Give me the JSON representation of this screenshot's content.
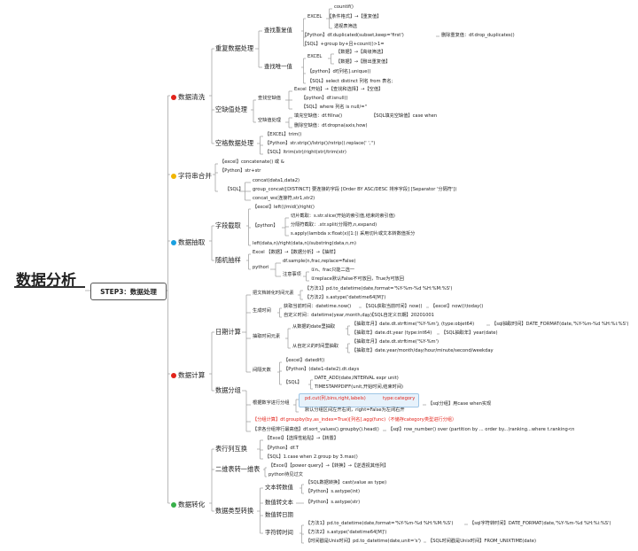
{
  "root": {
    "title": "数据分析",
    "step": "STEP3：数据处理"
  },
  "colors": {
    "line": "#9a9a9a",
    "clean": "#e2231a",
    "merge": "#f0b400",
    "extract": "#1aa0e0",
    "calc": "#e2231a",
    "transform": "#38b04a",
    "highlight": "#e7f2fb"
  },
  "categories": {
    "clean": "数据清洗",
    "merge": "字符串合并",
    "extract": "数据抽取",
    "calc": "数据计算",
    "transform": "数据转化"
  },
  "clean": {
    "dup": "重复数据处理",
    "find_dup": "查找重复值",
    "excel": "EXCEL",
    "countif": "countif()",
    "cond_fmt": "【条件格式】→【重复值】",
    "pivot": "透视表筛选",
    "py_dup": "【Python】df.duplicated(subset,keep='first')",
    "drop_dup": "删除重复值：df.drop_duplicates()",
    "sql_dup": "【SQL】+group by+且+count()>1=",
    "find_uniq": "查找唯一值",
    "excel2": "EXCEL",
    "adv_filter": "【数据】→【高级筛选】",
    "del_dup": "【数据】→【删出重复值】",
    "py_uniq": "【python】df[列名].unique()",
    "sql_uniq": "【SQL】select distinct 列名 from 表名;",
    "null": "空缺值处理",
    "find_null": "查找空缺值",
    "excel_null": "Excel【开始】→【查找和选择】→【空值】",
    "py_null": "【python】df.isnull()",
    "sql_null": "【SQL】where 列名 is null/=''",
    "fill_null": "空缺值处理",
    "fill": "填充空缺值：df.fillna()",
    "sql_case": "【SQL填充空缺值】case when",
    "drop_null": "删除空缺值：df.dropna(axis,how)",
    "space": "空格数据处理",
    "excel_trim": "【EXCEL】trim()",
    "py_strip": "【Python】str.strip()/lstrip()/rstrip().replace(' ','')",
    "sql_trim": "【SQL】ltrim(str)/right(str)/trim(str)"
  },
  "merge": {
    "excel": "【excel】concatenate() 或 &",
    "python": "【Python】str+str",
    "sql": "【SQL】",
    "concat": "concat(data1,data2)",
    "group_concat": "group_concat([DISTINCT] 要连接的字段 [Order BY ASC/DESC 排序字段] [Separator '分隔符'])",
    "concat_ws": "concat_ws(连接符,str1,str2)"
  },
  "extract": {
    "field": "字段截取",
    "excel": "【excel】left()/mid()/right()",
    "python": "【python】",
    "slice": "切片截取：s.str.slice(开始的索引值,结束的索引值)",
    "split": "分隔符截取：.str.split(分隔符,n,expand)",
    "apply": "s.apply(lambda x:float(x)[1:]) 采用切片或文本转数值拆分",
    "sql": "left(data,n)/right(data,n)/substring(data,n,m)",
    "sample": "随机抽样",
    "excel_sample": "Excel 【数据】→【数据分析】→【抽样】",
    "pythori": "pythori",
    "df_sample": "df.sample(n,frac,replace=False)",
    "notes": "注意事项",
    "note1": "①n、frac只能二选一",
    "note2": "②replace默认False不可放回，True为可放回"
  },
  "calc": {
    "date": "日期计算",
    "convert": "把文档转化时间元素",
    "method1": "【方法1】pd.to_datetime(date,format='%Y-%m-%d %H:%M:%S')",
    "method2": "【方法2】s.astype('datetime64[M]')",
    "get_time": "生成时间",
    "now": "获取当前时间：datetime.now()",
    "sql_now": "【SQL获取当前时间】now()",
    "excel_now": "【excel】now()\\today()",
    "custom_time": "自定义时间：datetime(year,month,day)",
    "sql_custom": "【SQL自定义日期】20201001",
    "extract_time": "抽取时间元素",
    "from_date": "从数据的date里抽取",
    "y_m": "【抽取年月】date.dt.strftime('%Y-%m')",
    "type_obj": "(type:objet64)",
    "sql_dt": "【sql抽取时间】DATE_FORMAT(date,'%Y-%m-%d %H:%i:%S')",
    "year": "【抽取年】date.dt.year (type:int64)",
    "sql_year": "【SQL抽取年】year(date)",
    "from_custom": "从自定义的时间里抽取",
    "custom_ym": "【抽取年月】date.dt.strftime('%Y-%m')",
    "custom_year": "【抽取年】date.year/month/day/hour/minute/second/weekday",
    "interval": "间隔天数",
    "excel_datedif": "【excel】datedif()",
    "py_days": "【Python】(date1-date2).dt.days",
    "sql": "【SQL】",
    "date_add": "DATE_ADD(date,INTERVAL expr unit)",
    "timestampdiff": "TIMESTAMPDIFF(unit,开始时间,结束时间)",
    "group": "数据分组",
    "num_group": "根据数字进行分组",
    "pd_cut": "pd.cut(列,bins,right,labels)",
    "typecat": "type:category",
    "sql_case": "【sql分组】用case when实现",
    "default": "默认分组区间左开右闭，right=False为左闭右开",
    "group_calc": "【分组计算】df.groupby(by,as_index=True)[列名].agg(func)（不储存category类型进行分组）",
    "top": "【求各分组排行最高值】df.sort_values().groupby().head()",
    "sql_rank": "【sql】row_number() over (partition by ... order by...)ranking...where t.ranking<n"
  },
  "transform": {
    "transpose": "表行列互换",
    "excel_t": "【Excel】【选择性粘贴】→【转置】",
    "py_t": "【Python】df.T",
    "sql_t": "【SQL】1.case when 2.group by 3.max()",
    "pivot": "二维表转一维表",
    "excel_pq": "【Excel】【power query】→【转换】→【逆透视其他列】",
    "py_pivot": "python待见过文",
    "dtype": "数据类型转换",
    "to_num": "文本转数值",
    "sql_cast": "【SQL数据转换】cast(value as type)",
    "py_int": "【Python】s.astype(int)",
    "to_text": "数值转文本",
    "py_str": "【Python】s.astype(str)",
    "to_date": "数值转日期",
    "to_datetime": "字符转时间",
    "m1": "【方法1】pd.to_datetime(date,format='%Y-%m-%d %H:%M:%S')",
    "sql_fmt": "【sql字符转时间】DATE_FORMAT(date,'%Y-%m-%d %H:%i:%S')",
    "m2": "【方法2】s.astype('datetime64[M]')",
    "unix": "【时间戳是Unix时间】pd.to_datetime(date,unit='s')",
    "sql_unix": "【SQL时间戳是Unix时间】FROM_UNIXTIME(date)"
  }
}
